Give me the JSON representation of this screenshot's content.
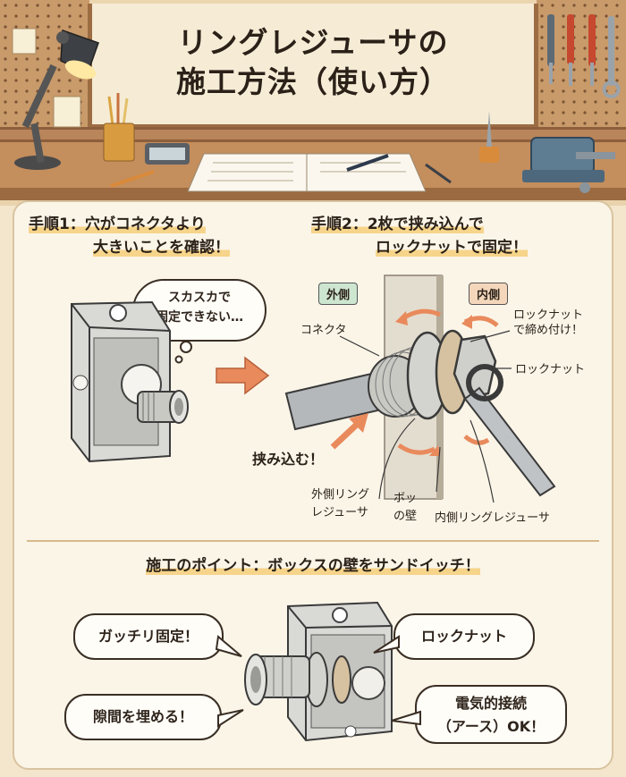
{
  "title": {
    "line1": "リングレジューサの",
    "line2": "施工方法（使い方）"
  },
  "step1": {
    "title_line1": "手順1：穴がコネクタより",
    "title_line2": "大きいことを確認！",
    "thought": "スカスカで\n固定できない…"
  },
  "step2": {
    "title_line1": "手順2：2枚で挟み込んで",
    "title_line2": "ロックナットで固定！",
    "outside_tag": "外側",
    "inside_tag": "内側",
    "connector_label": "コネクタ",
    "tighten_label": "ロックナット\nで締め付け！",
    "locknut_label": "ロックナット",
    "sandwich_label": "挟み込む！",
    "outer_ring_label": "外側リング\nレジューサ",
    "wall_label": "ボッ\nの壁",
    "inner_ring_label": "内側リングレジューサ"
  },
  "point": {
    "title": "施工のポイント：ボックスの壁をサンドイッチ！",
    "bubble_fixed": "ガッチリ固定！",
    "bubble_gap": "隙間を埋める！",
    "bubble_locknut": "ロックナット",
    "bubble_earth": "電気的接続\n（アース）OK！"
  },
  "colors": {
    "accent": "#f6d48a",
    "arrow": "#e98a5c",
    "outside_tag": "#cde6d0",
    "inside_tag": "#f4d7bb"
  }
}
